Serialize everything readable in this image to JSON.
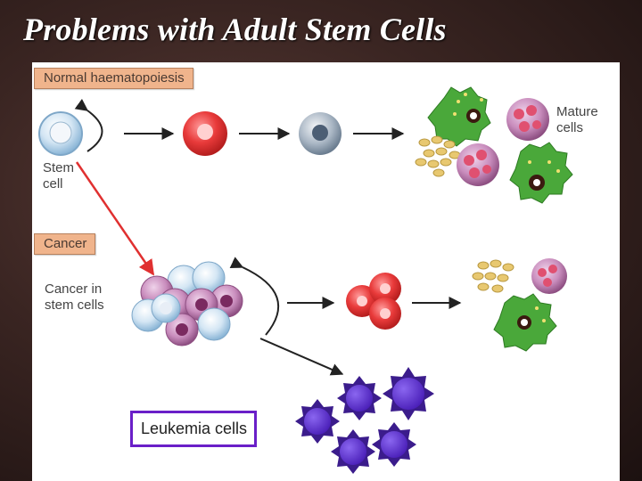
{
  "title": "Problems with Adult Stem Cells",
  "diagram": {
    "normal_label": "Normal haematopoiesis",
    "cancer_label": "Cancer",
    "stem_cell_label": "Stem\ncell",
    "mature_cells_label": "Mature\ncells",
    "cancer_stem_label": "Cancer in\nstem cells",
    "leukemia_label": "Leukemia cells"
  },
  "colors": {
    "background": "#3a2522",
    "figure_bg": "#ffffff",
    "label_bg": "#f0b48c",
    "red_arrow": "#e03030",
    "leukemia_purple": "#5a28c8",
    "leukemia_border": "#6a1fc8",
    "green_cell": "#4aa83a"
  }
}
